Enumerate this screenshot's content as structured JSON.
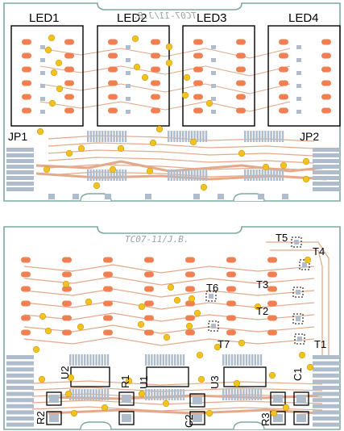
{
  "board_top": {
    "led_labels": [
      "LED1",
      "LED2",
      "LED3",
      "LED4"
    ],
    "jumper_labels": [
      "JP1",
      "JP2"
    ],
    "mirrored_marking": "TC07-11/J.B."
  },
  "board_bottom": {
    "marking": "TC07-11/J.B.",
    "transistor_labels": [
      "T1",
      "T2",
      "T3",
      "T4",
      "T5",
      "T6",
      "T7"
    ],
    "ic_labels": [
      "U1",
      "U2",
      "U3"
    ],
    "resistor_labels": [
      "R1",
      "R2",
      "R3"
    ],
    "capacitor_labels": [
      "C1",
      "C2"
    ]
  },
  "colors": {
    "board_outline": "#7fa8a0",
    "trace": "#e4a98a",
    "pad": "#f07f52",
    "smd_pad": "#aebccb",
    "via": "#f2c31e",
    "silkscreen": "#000000"
  }
}
